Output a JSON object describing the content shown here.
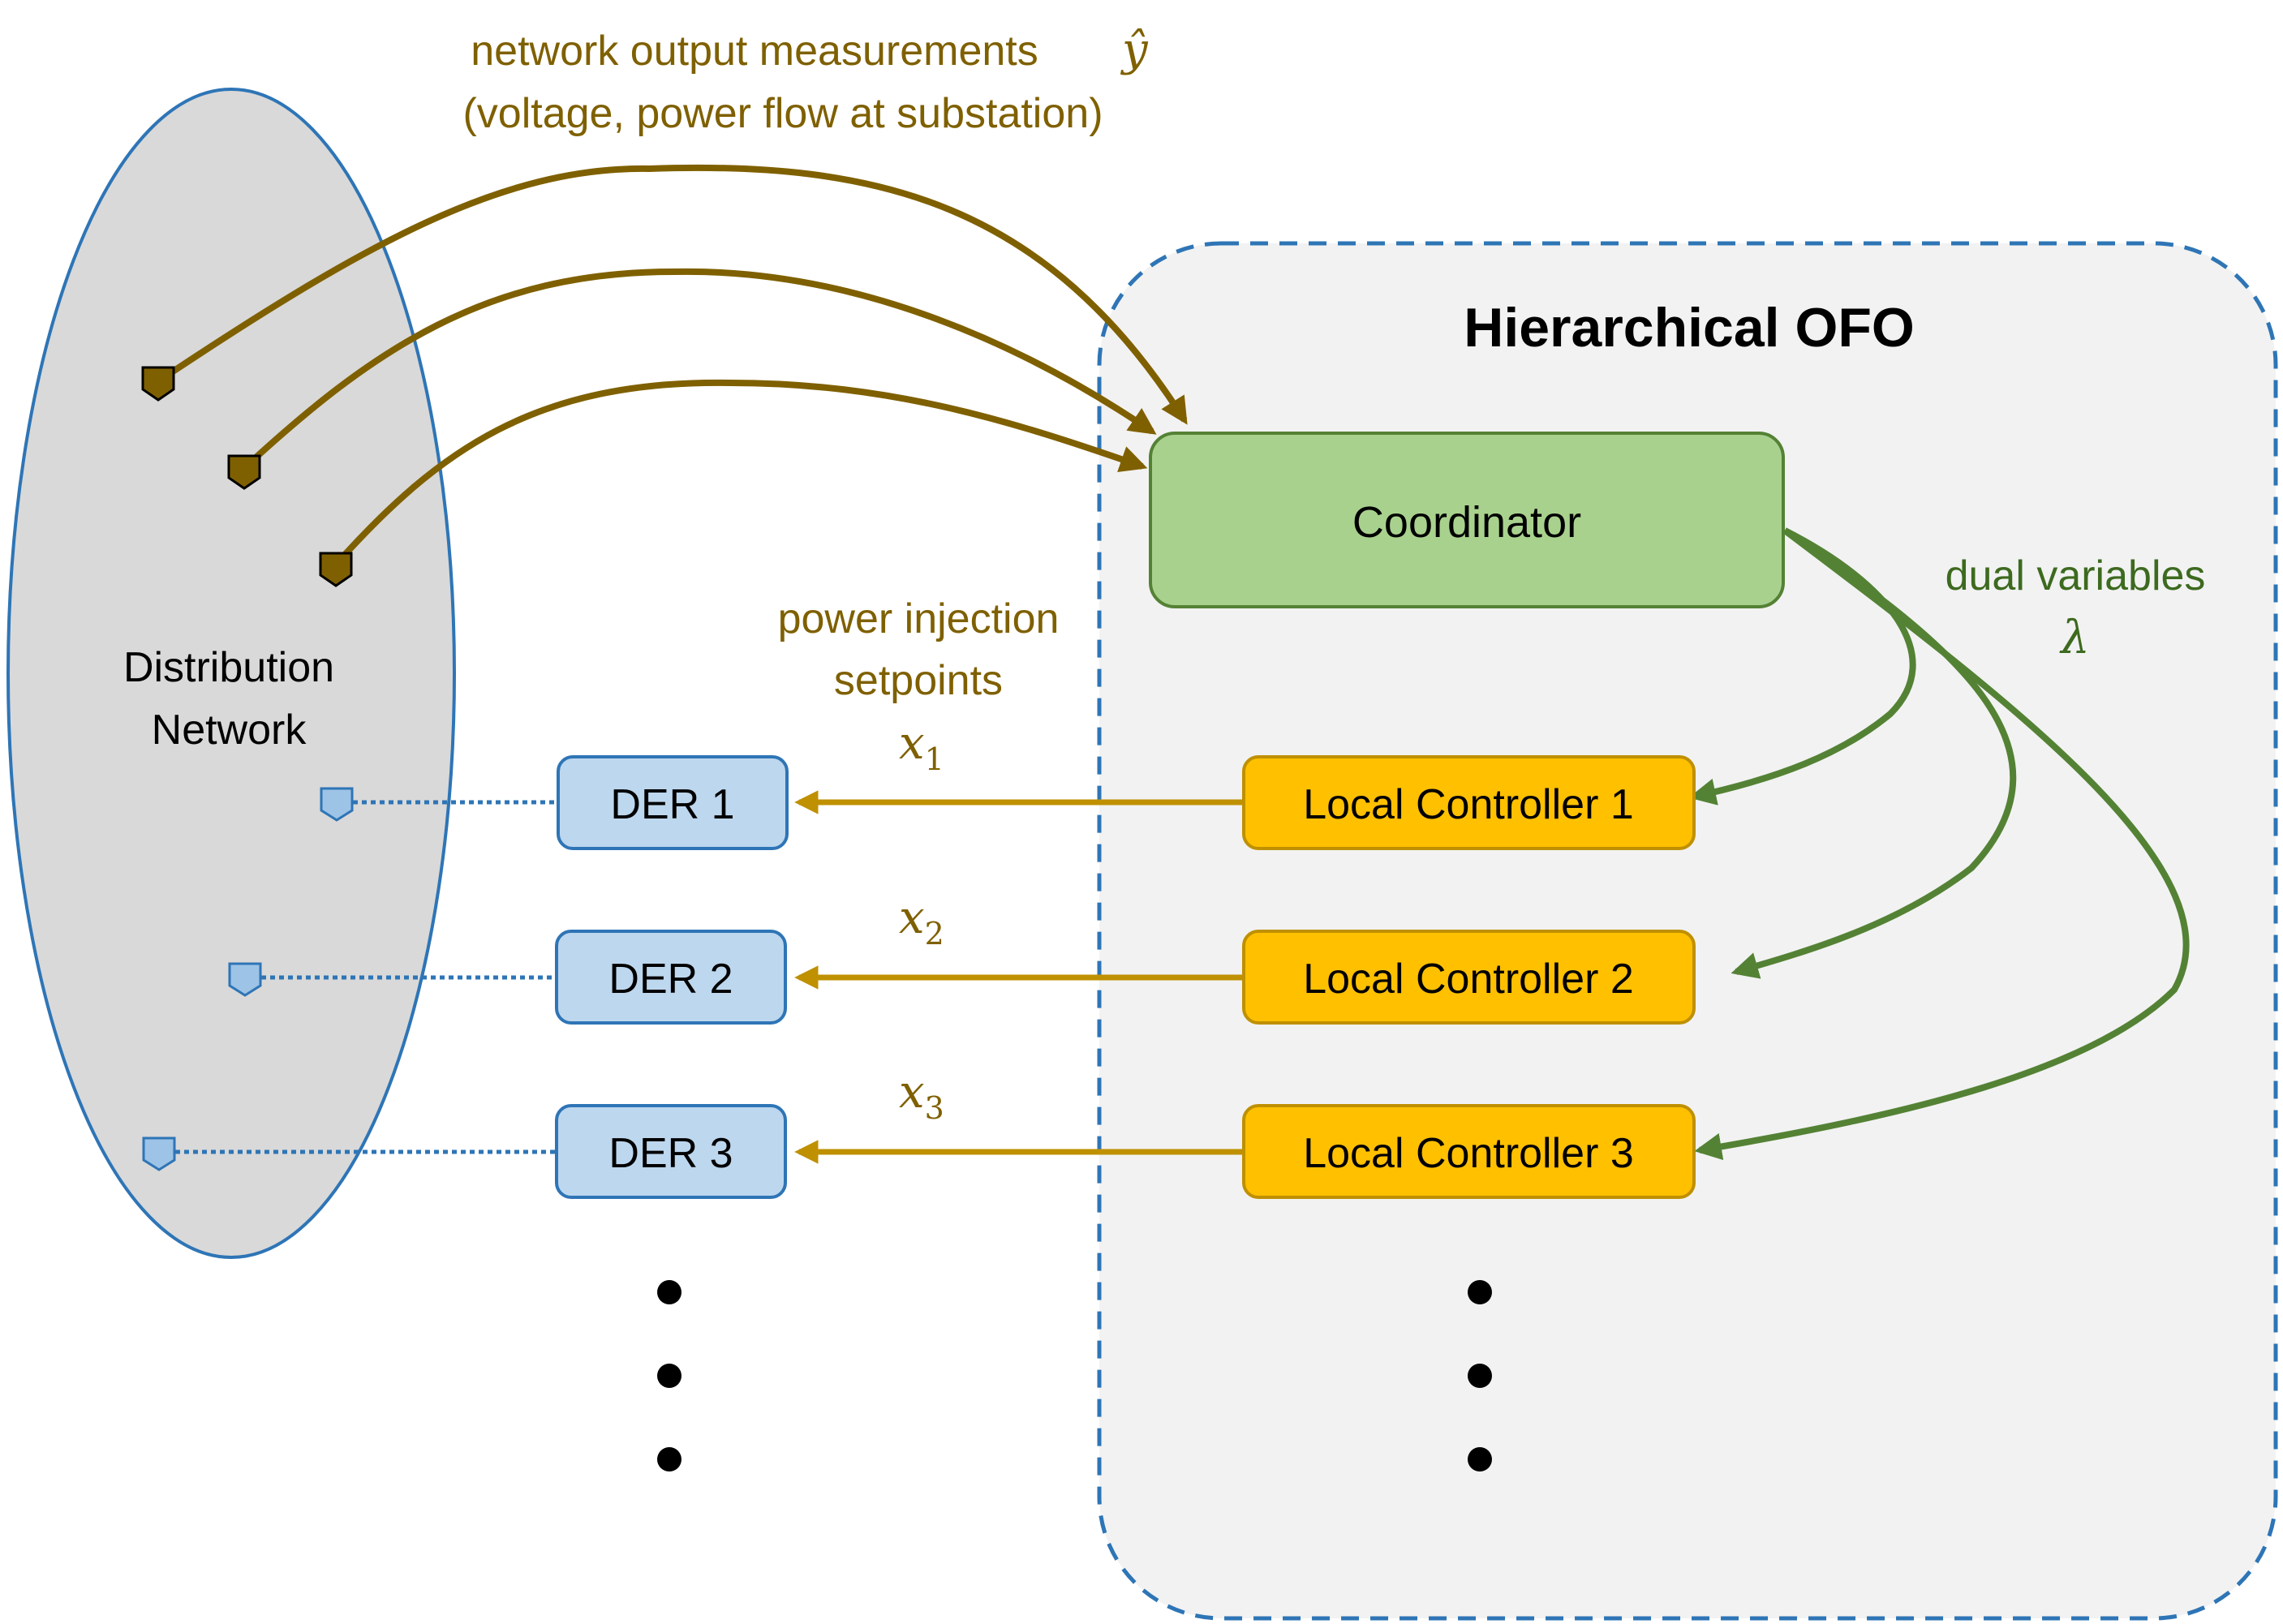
{
  "network_label_line1": "Distribution",
  "network_label_line2": "Network",
  "ofo_title": "Hierarchical OFO",
  "coordinator_label": "Coordinator",
  "measurement_label_line1": "network output measurements",
  "measurement_symbol": "ŷ",
  "measurement_label_line2": "(voltage, power flow at substation)",
  "injection_label_line1": "power injection",
  "injection_label_line2": "setpoints",
  "dual_label_line1": "dual variables",
  "dual_symbol": "λ",
  "ders": [
    {
      "label": "DER 1",
      "setpoint_var": "x",
      "setpoint_sub": "1"
    },
    {
      "label": "DER 2",
      "setpoint_var": "x",
      "setpoint_sub": "2"
    },
    {
      "label": "DER 3",
      "setpoint_var": "x",
      "setpoint_sub": "3"
    }
  ],
  "controllers": [
    {
      "label": "Local Controller 1"
    },
    {
      "label": "Local Controller 2"
    },
    {
      "label": "Local Controller 3"
    }
  ],
  "colors": {
    "network_fill": "#d9d9d9",
    "network_stroke": "#2e75b6",
    "ofo_fill": "#f2f2f2",
    "ofo_stroke": "#2e75b6",
    "coordinator_fill": "#a9d18e",
    "coordinator_stroke": "#548235",
    "controller_fill": "#ffc000",
    "controller_stroke": "#bf9000",
    "der_fill": "#bdd7ee",
    "der_stroke": "#2e75b6",
    "measurement_arrow": "#7f6000",
    "setpoint_arrow": "#bf9000",
    "dual_arrow": "#548235"
  }
}
